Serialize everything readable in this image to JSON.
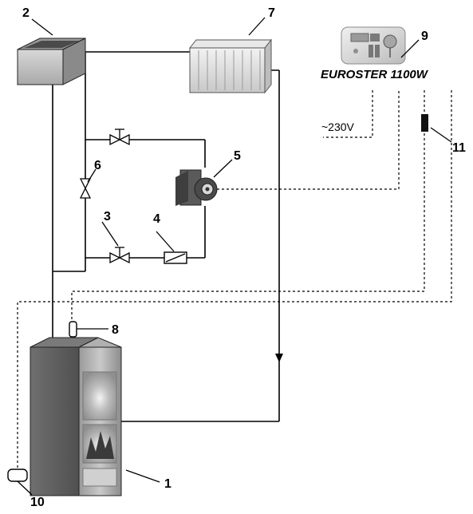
{
  "diagram": {
    "controller_model": "EUROSTER 1100W",
    "supply_voltage": "~230V",
    "labels": {
      "boiler": "1",
      "expansion_tank": "2",
      "valve_lower": "3",
      "filter": "4",
      "pump": "5",
      "valve_bypass": "6",
      "radiator": "7",
      "boiler_sensor": "8",
      "controller": "9",
      "tank_sensor": "10",
      "room_sensor": "11"
    }
  }
}
